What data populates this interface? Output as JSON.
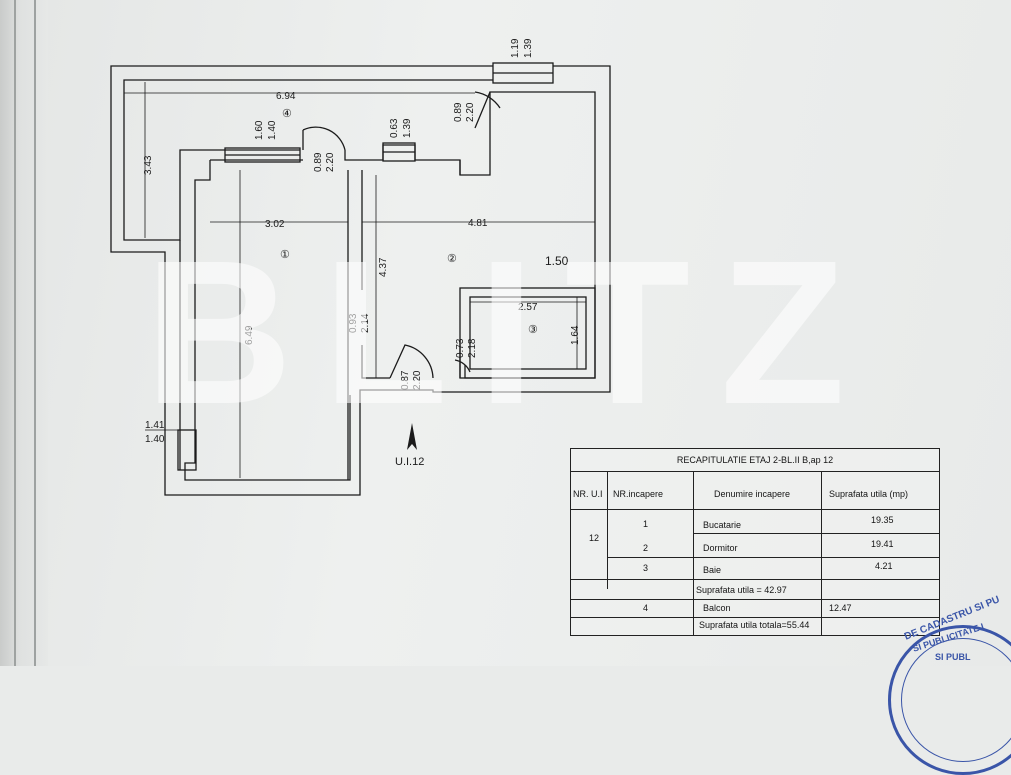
{
  "plan": {
    "rooms": [
      {
        "id": "room-1",
        "label": "①"
      },
      {
        "id": "room-2",
        "label": "②"
      },
      {
        "id": "room-3",
        "label": "③"
      },
      {
        "id": "room-4",
        "label": "④"
      }
    ],
    "dimensions": {
      "balcony_length": "6.94",
      "balcony_depth": "3.43",
      "room1_width": "3.02",
      "room1_length": "6.49",
      "room2_width": "4.81",
      "room2_depth": "4.37",
      "hall_width": "1.50",
      "bath_width": "2.57",
      "bath_depth": "1.64",
      "window_top_a": "1.19",
      "window_top_b": "1.39",
      "door_balcony_a": "0.89",
      "door_balcony_b": "2.20",
      "window_mid_a": "0.63",
      "window_mid_b": "1.39",
      "window_left_a": "1.60",
      "window_left_b": "1.40",
      "door_left_a": "0.89",
      "door_left_b": "2.20",
      "door_inner_a": "0.93",
      "door_inner_b": "2.14",
      "door_bath_a": "0.73",
      "door_bath_b": "2.18",
      "door_entry_a": "0.87",
      "door_entry_b": "2.20",
      "window_side_a": "1.41",
      "window_side_b": "1.40"
    },
    "entry_label": "U.I.12"
  },
  "watermark": "BLITZ",
  "table": {
    "title": "RECAPITULATIE ETAJ 2-BL.II B,ap 12",
    "headers": [
      "NR. U.I",
      "NR.incapere",
      "Denumire incapere",
      "Suprafata utila (mp)"
    ],
    "unit_number": "12",
    "rows": [
      {
        "nr": "1",
        "name": "Bucatarie",
        "area": "19.35"
      },
      {
        "nr": "2",
        "name": "Dormitor",
        "area": "19.41"
      },
      {
        "nr": "3",
        "name": "Baie",
        "area": "4.21"
      }
    ],
    "subtotal": "Suprafata utila =  42.97",
    "balcony_row": {
      "nr": "4",
      "name": "Balcon",
      "area": "12.47"
    },
    "total": "Suprafata utila totala=55.44"
  },
  "stamp": {
    "line1": "DE CADASTRU SI PU",
    "line2": "SI PUBLICITATE I",
    "line3": "SI PUBL"
  }
}
